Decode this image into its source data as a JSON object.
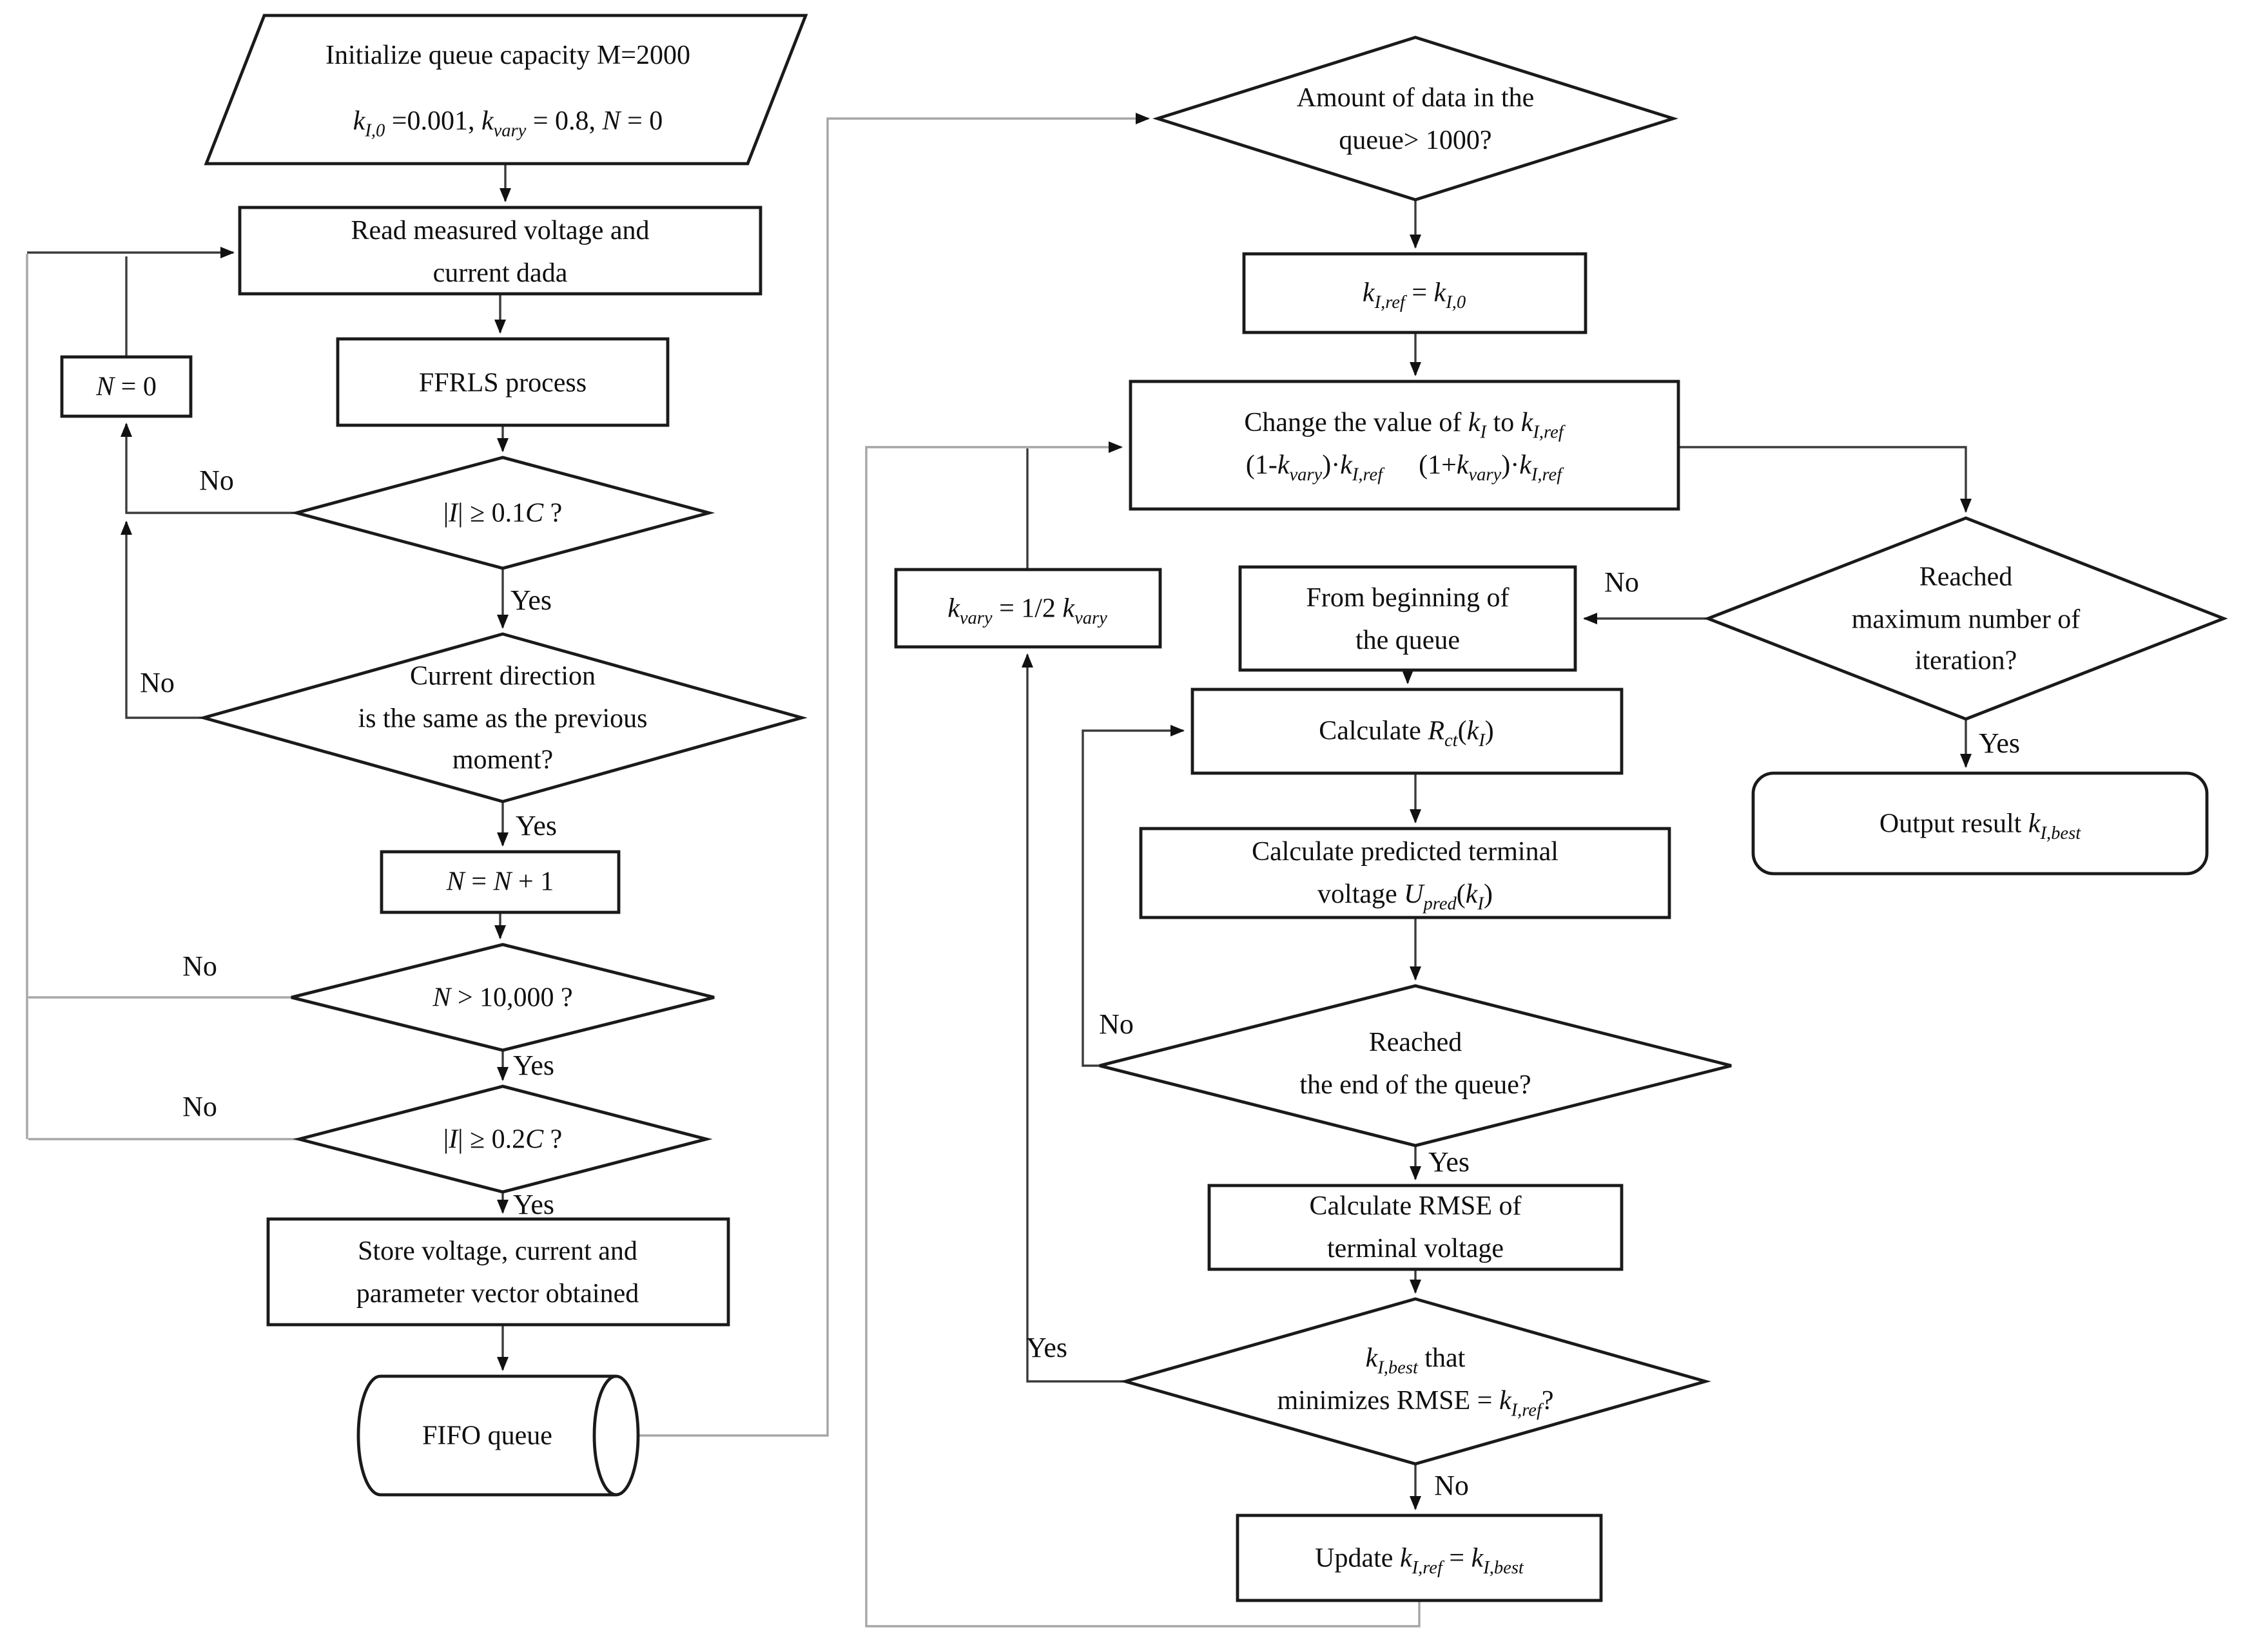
{
  "figure": {
    "type": "flowchart",
    "description": "Battery parameter identification flowchart with FFRLS process, FIFO queue and iterative k_I optimization"
  },
  "labels": {
    "yes": "Yes",
    "no": "No"
  },
  "colors": {
    "shape_stroke": "#1a1a1a",
    "shape_fill": "#ffffff",
    "connector": "#3b3b3b",
    "connector_light": "#a6a6a6",
    "text": "#0f0f0f"
  },
  "nodes": {
    "init": {
      "shape": "parallelogram",
      "lines": [
        "Initialize queue capacity M=2000",
        "$k$_{I,0} =0.001, $k$_{vary} = 0.8, $N$ = 0"
      ]
    },
    "read": {
      "shape": "process",
      "lines": [
        "Read measured voltage and",
        "current dada"
      ]
    },
    "ffrls": {
      "shape": "process",
      "lines": [
        "FFRLS process"
      ]
    },
    "n_reset": {
      "shape": "process",
      "lines": [
        "$N$ = 0"
      ]
    },
    "d_soc01": {
      "shape": "decision",
      "lines": [
        "|$I$| ≥ 0.1$C$ ?"
      ]
    },
    "d_direction": {
      "shape": "decision",
      "lines": [
        "Current direction",
        "is the same as the previous",
        "moment?"
      ]
    },
    "n_inc": {
      "shape": "process",
      "lines": [
        "$N$ = $N$ + 1"
      ]
    },
    "d_n10000": {
      "shape": "decision",
      "lines": [
        "$N$ > 10,000 ?"
      ]
    },
    "d_soc02": {
      "shape": "decision",
      "lines": [
        "|$I$| ≥ 0.2$C$ ?"
      ]
    },
    "store": {
      "shape": "process",
      "lines": [
        "Store voltage, current and",
        "parameter vector obtained"
      ]
    },
    "fifo": {
      "shape": "cylinder",
      "lines": [
        "FIFO queue"
      ]
    },
    "d_amount": {
      "shape": "decision",
      "lines": [
        "Amount of data in the",
        "queue> 1000?"
      ]
    },
    "kref_init": {
      "shape": "process",
      "lines": [
        "$k$_{I,ref} = $k$_{I,0}"
      ]
    },
    "change": {
      "shape": "process",
      "lines": [
        "Change the value of $k$_{I} to $k$_{I,ref}"
      ],
      "formulas": [
        "(1-$k$_{vary})·$k$_{I,ref}",
        "(1+$k$_{vary})·$k$_{I,ref}"
      ]
    },
    "kvary": {
      "shape": "process",
      "lines": [
        "$k$_{vary} = 1/2 $k$_{vary}"
      ]
    },
    "from_begin": {
      "shape": "process",
      "lines": [
        "From beginning of",
        "the queue"
      ]
    },
    "d_maxiter": {
      "shape": "decision",
      "lines": [
        "Reached",
        "maximum number of",
        "iteration?"
      ]
    },
    "output": {
      "shape": "terminator",
      "lines": [
        "Output result $k$_{I,best}"
      ]
    },
    "rct": {
      "shape": "process",
      "lines": [
        "Calculate $R$_{ct}($k$_{I})"
      ]
    },
    "upred": {
      "shape": "process",
      "lines": [
        "Calculate predicted terminal",
        "voltage $U$_{pred}($k$_{I})"
      ]
    },
    "d_endqueue": {
      "shape": "decision",
      "lines": [
        "Reached",
        "the end of the queue?"
      ]
    },
    "rmse": {
      "shape": "process",
      "lines": [
        "Calculate RMSE of",
        "terminal voltage"
      ]
    },
    "d_best": {
      "shape": "decision",
      "lines": [
        "$k$_{I,best} that",
        "minimizes RMSE = $k$_{I,ref}?"
      ]
    },
    "update": {
      "shape": "process",
      "lines": [
        "Update $k$_{I,ref} = $k$_{I,best}"
      ]
    }
  }
}
